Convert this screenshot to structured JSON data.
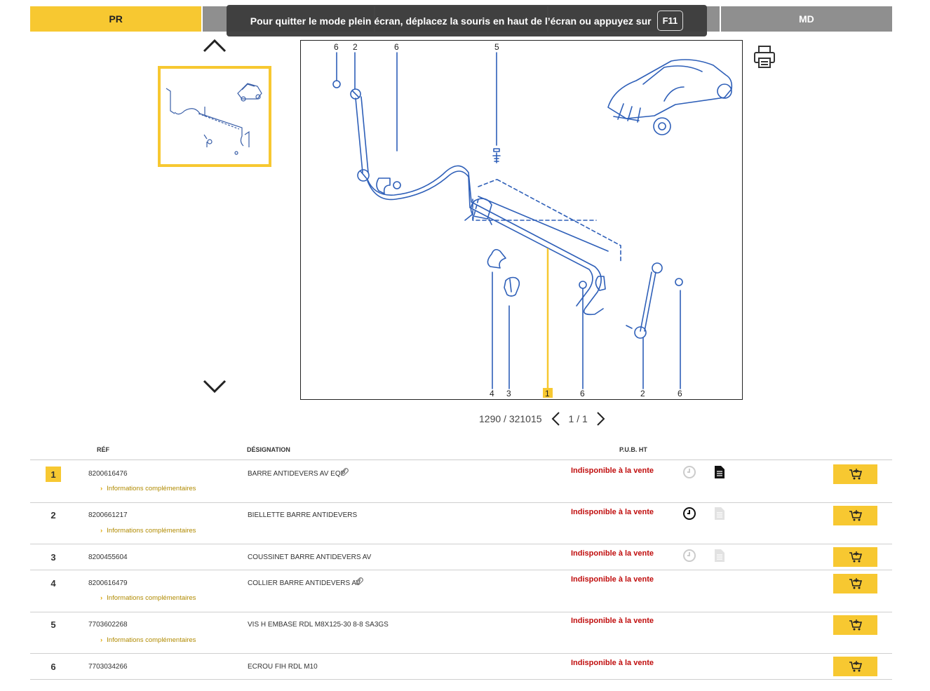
{
  "tabs": [
    {
      "label": "PR",
      "active": true
    },
    {
      "label": "",
      "active": false
    },
    {
      "label": "",
      "active": false
    },
    {
      "label": "",
      "active": false
    },
    {
      "label": "MD",
      "active": false
    }
  ],
  "fullscreen_notice": {
    "message": "Pour quitter le mode plein écran, déplacez la souris en haut de l’écran ou appuyez sur",
    "key": "F11"
  },
  "diagram": {
    "callouts_top": [
      "6",
      "2",
      "6",
      "5"
    ],
    "callouts_bottom": [
      "4",
      "3",
      "1",
      "6",
      "2",
      "6"
    ],
    "highlighted_callout": "1"
  },
  "pager": {
    "ref": "1290 / 321015",
    "page": "1 / 1"
  },
  "table": {
    "headers": {
      "ref": "RÉF",
      "designation": "DÉSIGNATION",
      "price": "P.U.B. HT"
    },
    "info_label": "Informations complémentaires",
    "rows": [
      {
        "num": "1",
        "ref": "8200616476",
        "designation": "BARRE ANTIDEVERS AV EQP",
        "status": "Indisponible à la vente",
        "info": true,
        "link": true,
        "clock": "light",
        "doc": "dark",
        "highlight": true
      },
      {
        "num": "2",
        "ref": "8200661217",
        "designation": "BIELLETTE BARRE ANTIDEVERS",
        "status": "Indisponible à la vente",
        "info": true,
        "link": false,
        "clock": "dark",
        "doc": "light",
        "highlight": false
      },
      {
        "num": "3",
        "ref": "8200455604",
        "designation": "COUSSINET BARRE ANTIDEVERS AV",
        "status": "Indisponible à la vente",
        "info": false,
        "link": false,
        "clock": "light",
        "doc": "light",
        "highlight": false
      },
      {
        "num": "4",
        "ref": "8200616479",
        "designation": "COLLIER BARRE ANTIDEVERS AV",
        "status": "Indisponible à la vente",
        "info": true,
        "link": true,
        "clock": "none",
        "doc": "none",
        "highlight": false
      },
      {
        "num": "5",
        "ref": "7703602268",
        "designation": "VIS H EMBASE RDL M8X125-30 8-8 SA3GS",
        "status": "Indisponible à la vente",
        "info": true,
        "link": false,
        "clock": "none",
        "doc": "none",
        "highlight": false
      },
      {
        "num": "6",
        "ref": "7703034266",
        "designation": "ECROU FIH RDL M10",
        "status": "Indisponible à la vente",
        "info": false,
        "link": false,
        "clock": "none",
        "doc": "none",
        "highlight": false
      }
    ]
  },
  "icons": {
    "chevron_up": "chevron-up-icon",
    "chevron_down": "chevron-down-icon",
    "print": "printer-icon",
    "prev": "chevron-left-icon",
    "next": "chevron-right-icon",
    "cart": "cart-add-icon",
    "clock": "clock-icon",
    "document": "document-icon",
    "link": "paperclip-icon"
  },
  "colors": {
    "accent": "#f7c831",
    "tab_inactive": "#8f8f8f",
    "status_red": "#c00d0d",
    "info_gold": "#b08a00",
    "diagram_blue": "#2e5fb8"
  }
}
